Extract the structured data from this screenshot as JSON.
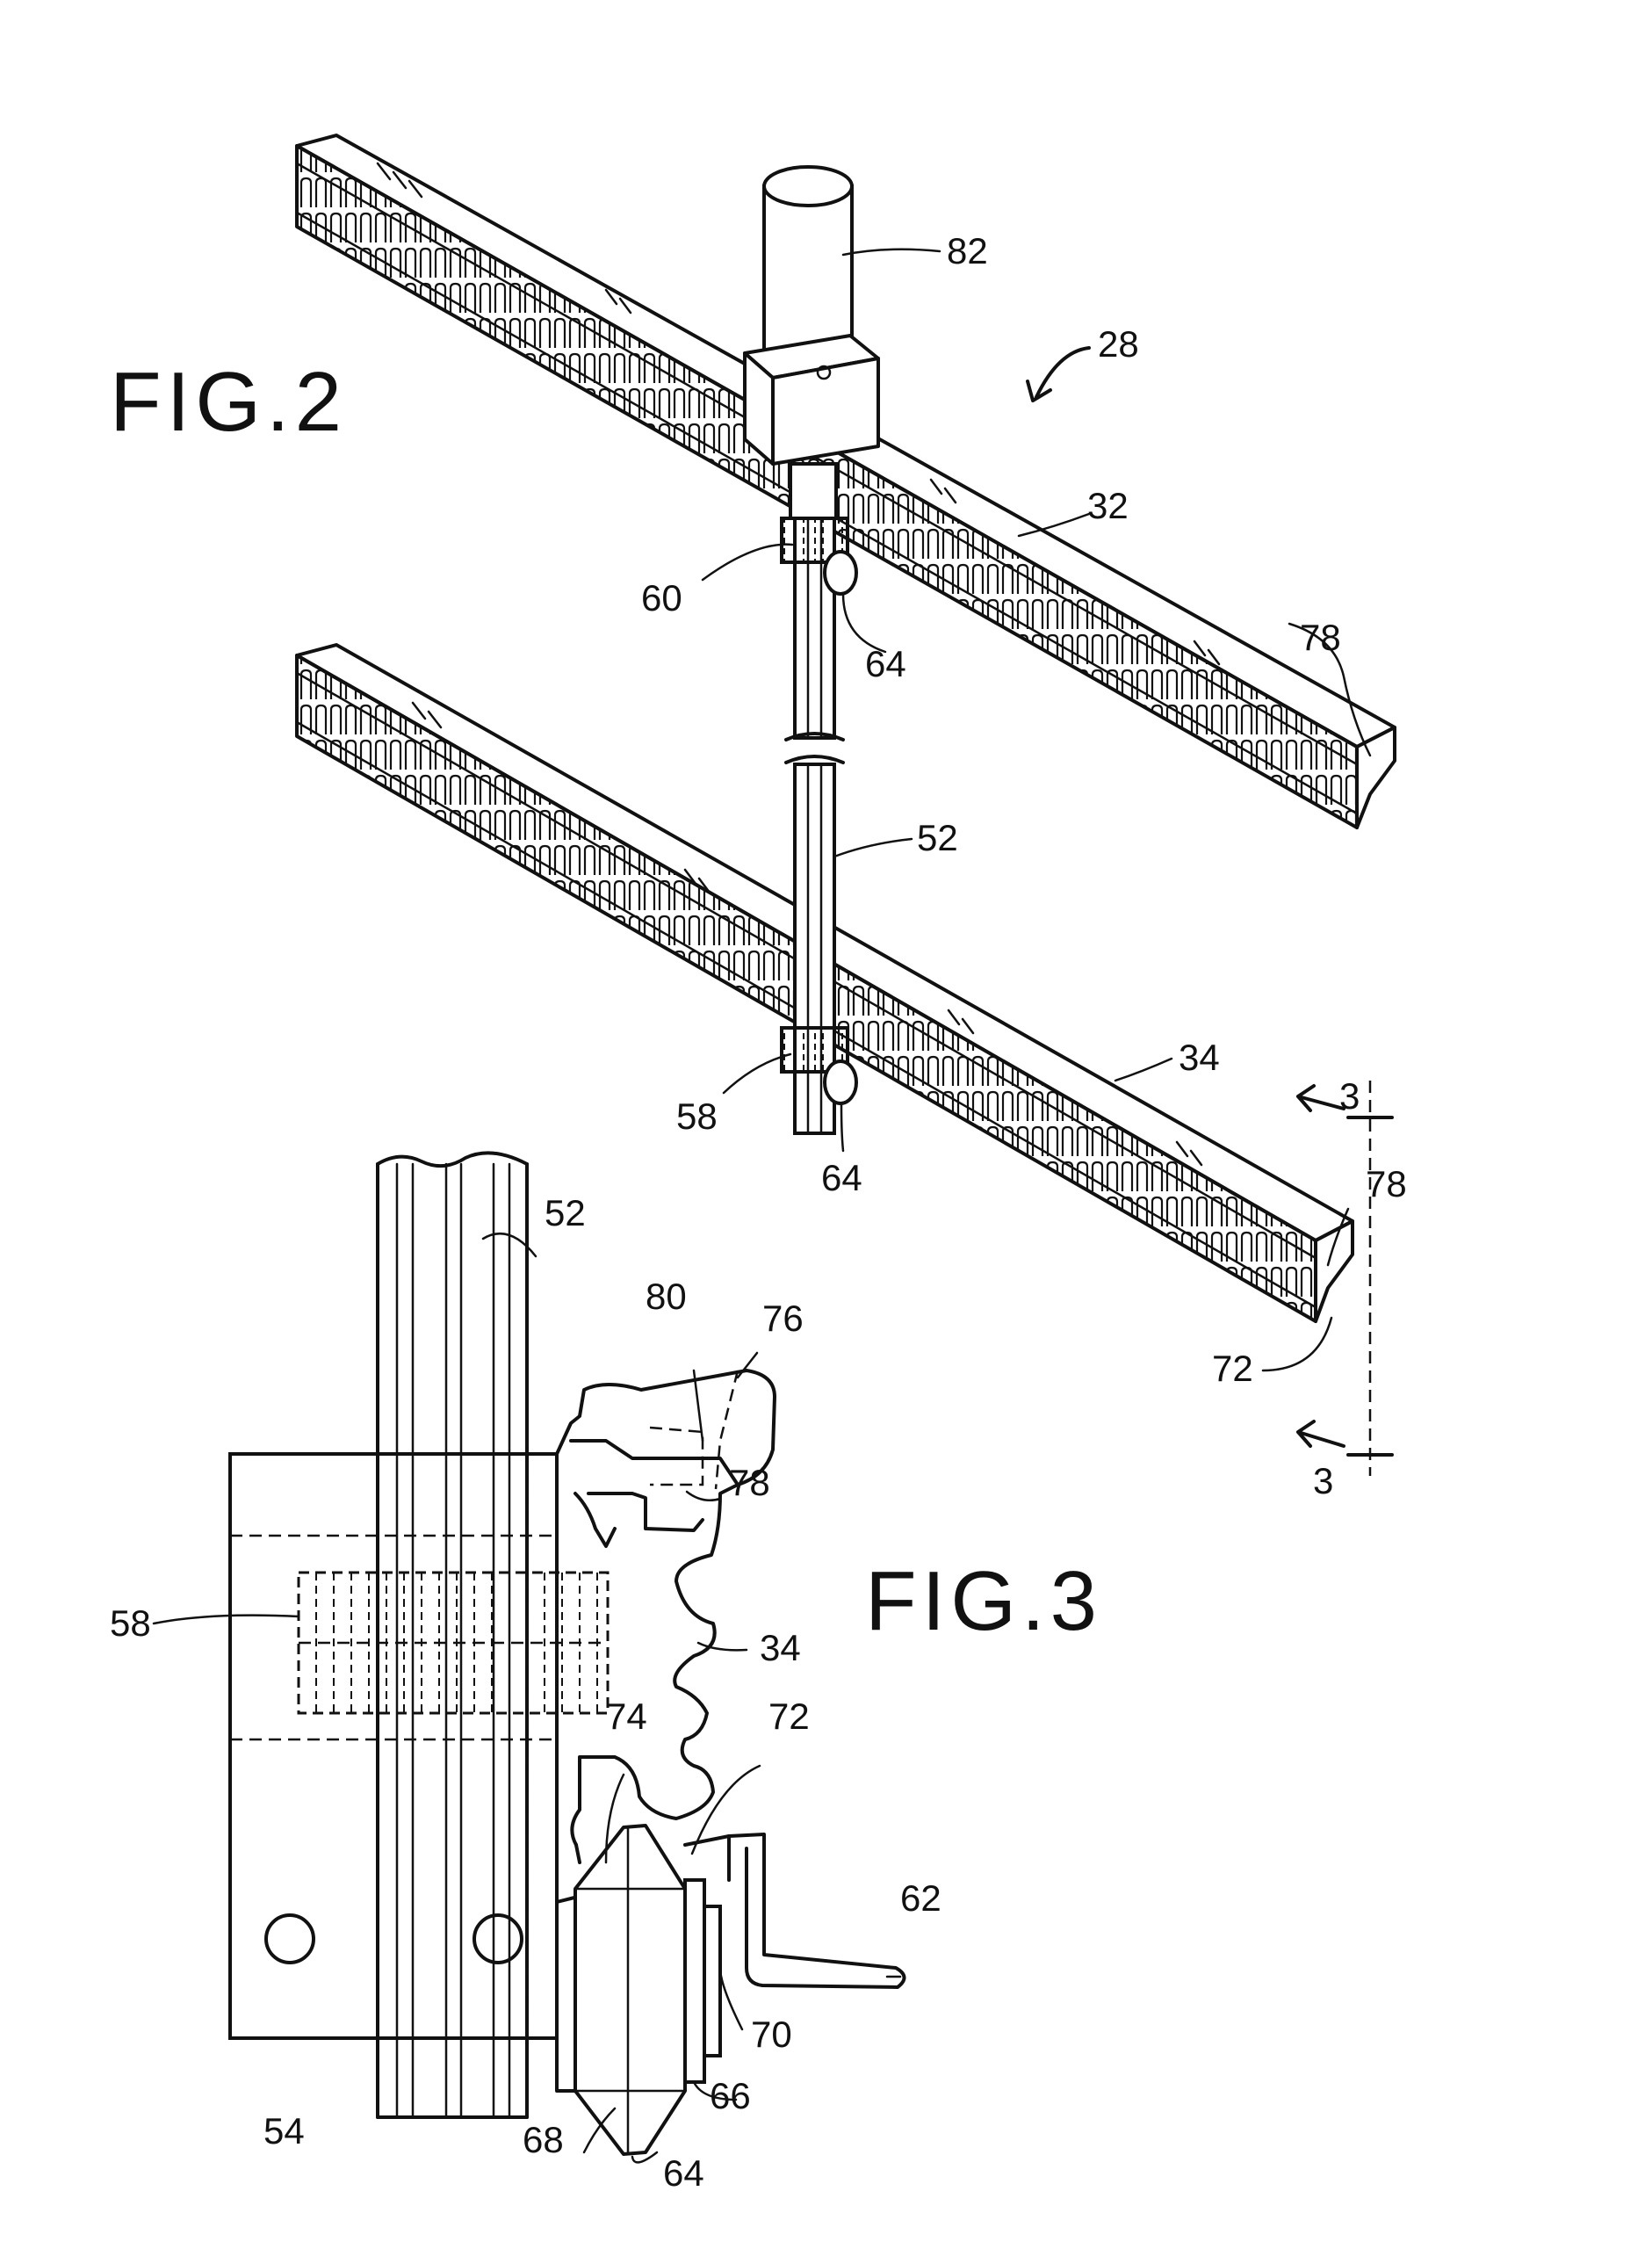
{
  "figures": {
    "fig2": {
      "title": "FIG.2",
      "labels": {
        "assembly": "28",
        "motor": "82",
        "upper_rail": "32",
        "upper_pinion": "60",
        "upper_roller": "64",
        "upper_rail_edge": "78",
        "shaft": "52",
        "lower_rail": "34",
        "lower_pinion": "58",
        "lower_roller": "64",
        "lower_rail_edge": "78",
        "lower_rail_groove": "72",
        "section_top": "3",
        "section_bottom": "3"
      }
    },
    "fig3": {
      "title": "FIG.3",
      "labels": {
        "shaft": "52",
        "bracket_cap": "80",
        "dashed_line": "76",
        "rail_lip": "78",
        "pinion": "58",
        "rack": "34",
        "vee_left": "74",
        "vee_right": "72",
        "arm": "62",
        "axle": "70",
        "wheel_right": "66",
        "carriage_block": "54",
        "wheel_left": "68",
        "wheel_tip": "64"
      }
    }
  }
}
